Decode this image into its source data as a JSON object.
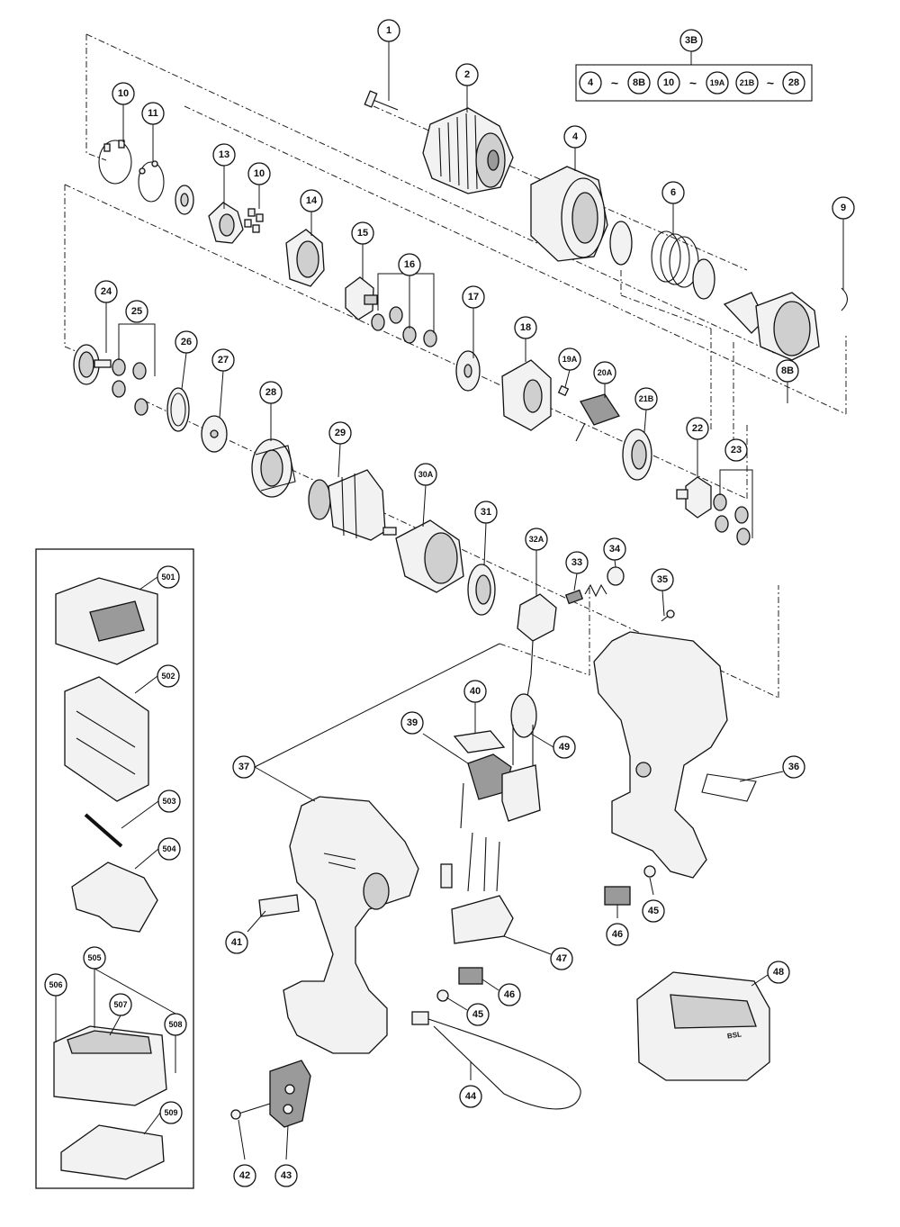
{
  "diagram": {
    "callouts": [
      {
        "id": "1",
        "label": "1"
      },
      {
        "id": "2",
        "label": "2"
      },
      {
        "id": "3B",
        "label": "3B"
      },
      {
        "id": "4",
        "label": "4"
      },
      {
        "id": "6",
        "label": "6"
      },
      {
        "id": "9",
        "label": "9"
      },
      {
        "id": "10a",
        "label": "10"
      },
      {
        "id": "11",
        "label": "11"
      },
      {
        "id": "13",
        "label": "13"
      },
      {
        "id": "10b",
        "label": "10"
      },
      {
        "id": "14",
        "label": "14"
      },
      {
        "id": "15",
        "label": "15"
      },
      {
        "id": "16",
        "label": "16"
      },
      {
        "id": "17",
        "label": "17"
      },
      {
        "id": "18",
        "label": "18"
      },
      {
        "id": "19A",
        "label": "19A"
      },
      {
        "id": "20A",
        "label": "20A"
      },
      {
        "id": "21B",
        "label": "21B"
      },
      {
        "id": "8B",
        "label": "8B"
      },
      {
        "id": "24",
        "label": "24"
      },
      {
        "id": "25",
        "label": "25"
      },
      {
        "id": "26",
        "label": "26"
      },
      {
        "id": "27",
        "label": "27"
      },
      {
        "id": "28",
        "label": "28"
      },
      {
        "id": "29",
        "label": "29"
      },
      {
        "id": "30A",
        "label": "30A"
      },
      {
        "id": "31",
        "label": "31"
      },
      {
        "id": "32A",
        "label": "32A"
      },
      {
        "id": "33",
        "label": "33"
      },
      {
        "id": "34",
        "label": "34"
      },
      {
        "id": "35",
        "label": "35"
      },
      {
        "id": "22",
        "label": "22"
      },
      {
        "id": "23",
        "label": "23"
      },
      {
        "id": "501",
        "label": "501"
      },
      {
        "id": "502",
        "label": "502"
      },
      {
        "id": "503",
        "label": "503"
      },
      {
        "id": "504",
        "label": "504"
      },
      {
        "id": "505",
        "label": "505"
      },
      {
        "id": "506",
        "label": "506"
      },
      {
        "id": "507",
        "label": "507"
      },
      {
        "id": "508",
        "label": "508"
      },
      {
        "id": "509",
        "label": "509"
      },
      {
        "id": "37",
        "label": "37"
      },
      {
        "id": "40",
        "label": "40"
      },
      {
        "id": "39",
        "label": "39"
      },
      {
        "id": "49",
        "label": "49"
      },
      {
        "id": "36",
        "label": "36"
      },
      {
        "id": "41",
        "label": "41"
      },
      {
        "id": "47",
        "label": "47"
      },
      {
        "id": "46a",
        "label": "46"
      },
      {
        "id": "45a",
        "label": "45"
      },
      {
        "id": "48",
        "label": "48"
      },
      {
        "id": "46b",
        "label": "46"
      },
      {
        "id": "45b",
        "label": "45"
      },
      {
        "id": "44",
        "label": "44"
      },
      {
        "id": "42",
        "label": "42"
      },
      {
        "id": "43",
        "label": "43"
      }
    ],
    "kit_legend": {
      "items": [
        "4",
        "8B",
        "10",
        "19A",
        "21B",
        "28"
      ],
      "separator": "~"
    },
    "battery_marking": "BSL"
  }
}
